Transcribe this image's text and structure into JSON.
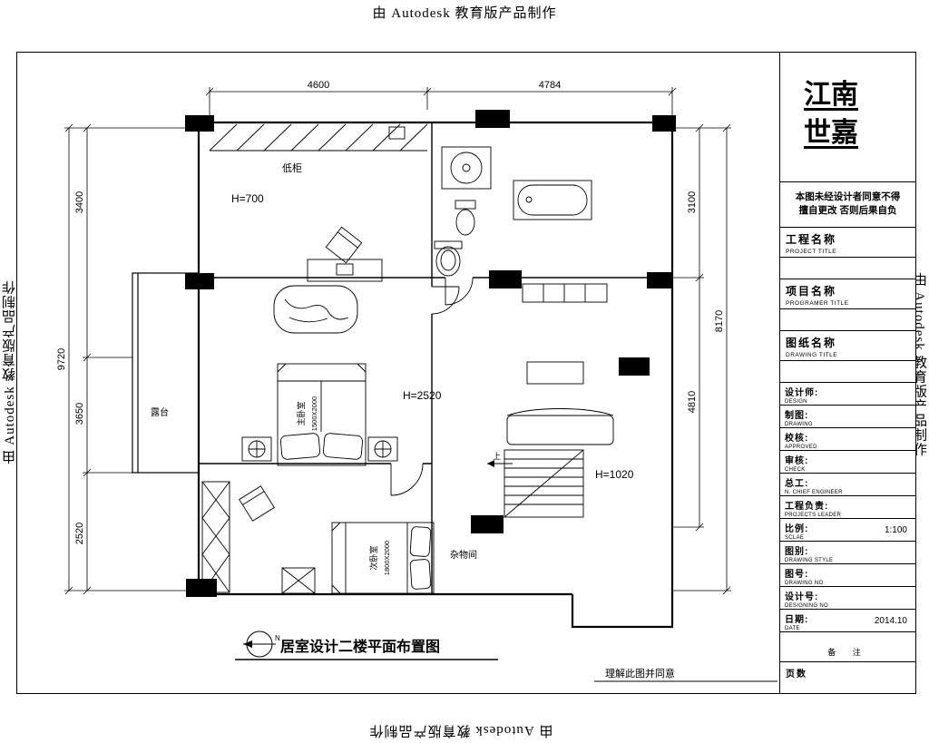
{
  "frame": {
    "autodesk_text": "由 Autodesk 教育版产品制作"
  },
  "plan": {
    "caption": "居室设计二楼平面布置图",
    "north_label": "N",
    "agreement": "理解此图并同意",
    "dims": {
      "top_left": "4600",
      "top_right": "4784",
      "left_outer": "9720",
      "left_1": "3400",
      "left_2": "3650",
      "left_3": "2520",
      "right_1": "3100",
      "right_outer": "8170",
      "right_2": "4810"
    },
    "labels": {
      "low_cabinet": "低柜",
      "h700": "H=700",
      "terrace": "露台",
      "master_bedroom": "主卧室",
      "master_bed_size": "1500X2000",
      "h2520": "H=2520",
      "second_bedroom": "次卧室",
      "second_bed_size": "1800X2000",
      "storage": "杂物间",
      "h1020": "H=1020",
      "up": "上"
    }
  },
  "title_block": {
    "logo_line1": "江南",
    "logo_line2": "世嘉",
    "notice_line1": "本图未经设计者同意不得",
    "notice_line2": "擅自更改 否则后果自负",
    "sections": [
      {
        "cn": "工程名称",
        "en": "PROJECT TITLE"
      },
      {
        "cn": "项目名称",
        "en": "PROGRAMER TITLE"
      },
      {
        "cn": "图纸名称",
        "en": "DRAWING TITLE"
      }
    ],
    "rows": [
      {
        "cn": "设计师:",
        "en": "DESIGN",
        "value": ""
      },
      {
        "cn": "制图:",
        "en": "DRAWING",
        "value": ""
      },
      {
        "cn": "校核:",
        "en": "APPROVED",
        "value": ""
      },
      {
        "cn": "审核:",
        "en": "CHECK",
        "value": ""
      },
      {
        "cn": "总工:",
        "en": "N. CHIEF ENGINEER",
        "value": ""
      },
      {
        "cn": "工程负责:",
        "en": "PROJECTS LEADER",
        "value": ""
      },
      {
        "cn": "比例:",
        "en": "SCLAE",
        "value": "1:100"
      },
      {
        "cn": "图别:",
        "en": "DRAWING STYLE",
        "value": ""
      },
      {
        "cn": "图号:",
        "en": "DRAWING NO",
        "value": ""
      },
      {
        "cn": "设计号:",
        "en": "DESIGNING NO",
        "value": ""
      },
      {
        "cn": "日期:",
        "en": "DATE",
        "value": "2014.10"
      }
    ],
    "remark": "备 注",
    "pages": "页数"
  }
}
